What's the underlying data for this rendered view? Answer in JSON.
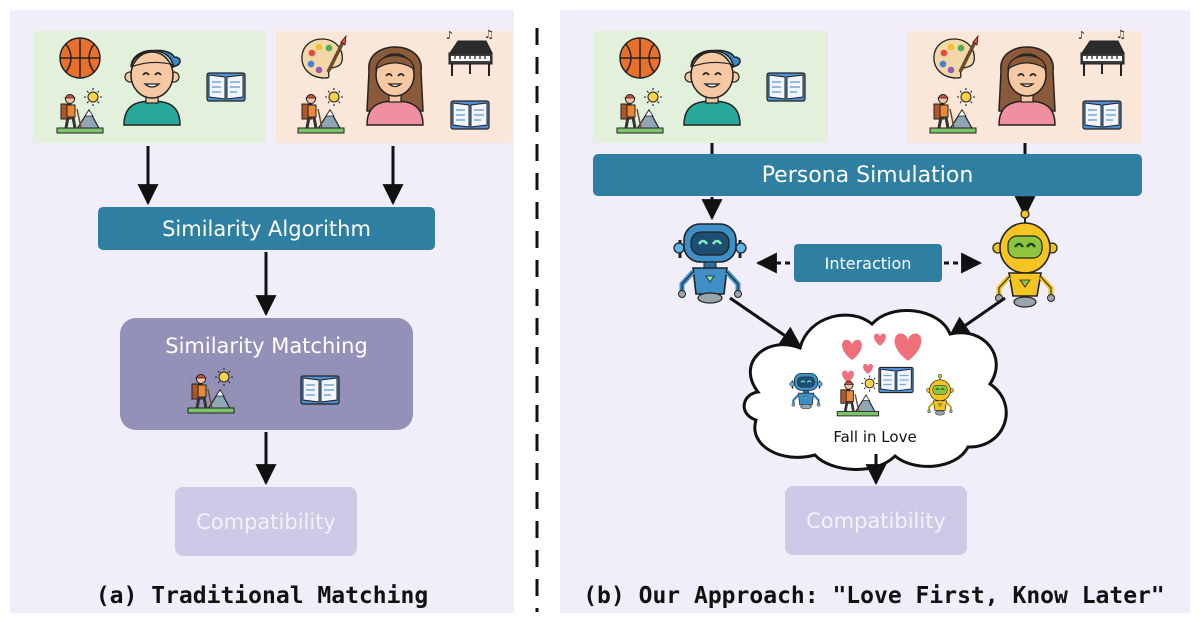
{
  "left_panel": {
    "algorithm_label": "Similarity Algorithm",
    "matching_label": "Similarity Matching",
    "result_label": "Compatibility",
    "caption": "(a) Traditional Matching"
  },
  "right_panel": {
    "simulation_label": "Persona Simulation",
    "interaction_label": "Interaction",
    "cloud_label": "Fall in Love",
    "result_label": "Compatibility",
    "caption": "(b) Our Approach: \"Love First, Know Later\""
  },
  "icons": [
    "basketball-icon",
    "boy-avatar-icon",
    "book-icon",
    "hiker-icon",
    "palette-icon",
    "piano-icon",
    "girl-avatar-icon",
    "robot-icon",
    "heart-icon"
  ],
  "colors": {
    "panel_bg": "#F1EEF9",
    "boy_card": "#E3F1DC",
    "girl_card": "#FBE7D9",
    "blue_box": "#2F7FA3",
    "matching_box": "#9491B8",
    "compat_box": "#CFC8E6",
    "compat_text": "#F4F1FB",
    "robot_blue": "#3D8FC6",
    "robot_yellow": "#F4C521",
    "heart": "#EF6F7B"
  }
}
